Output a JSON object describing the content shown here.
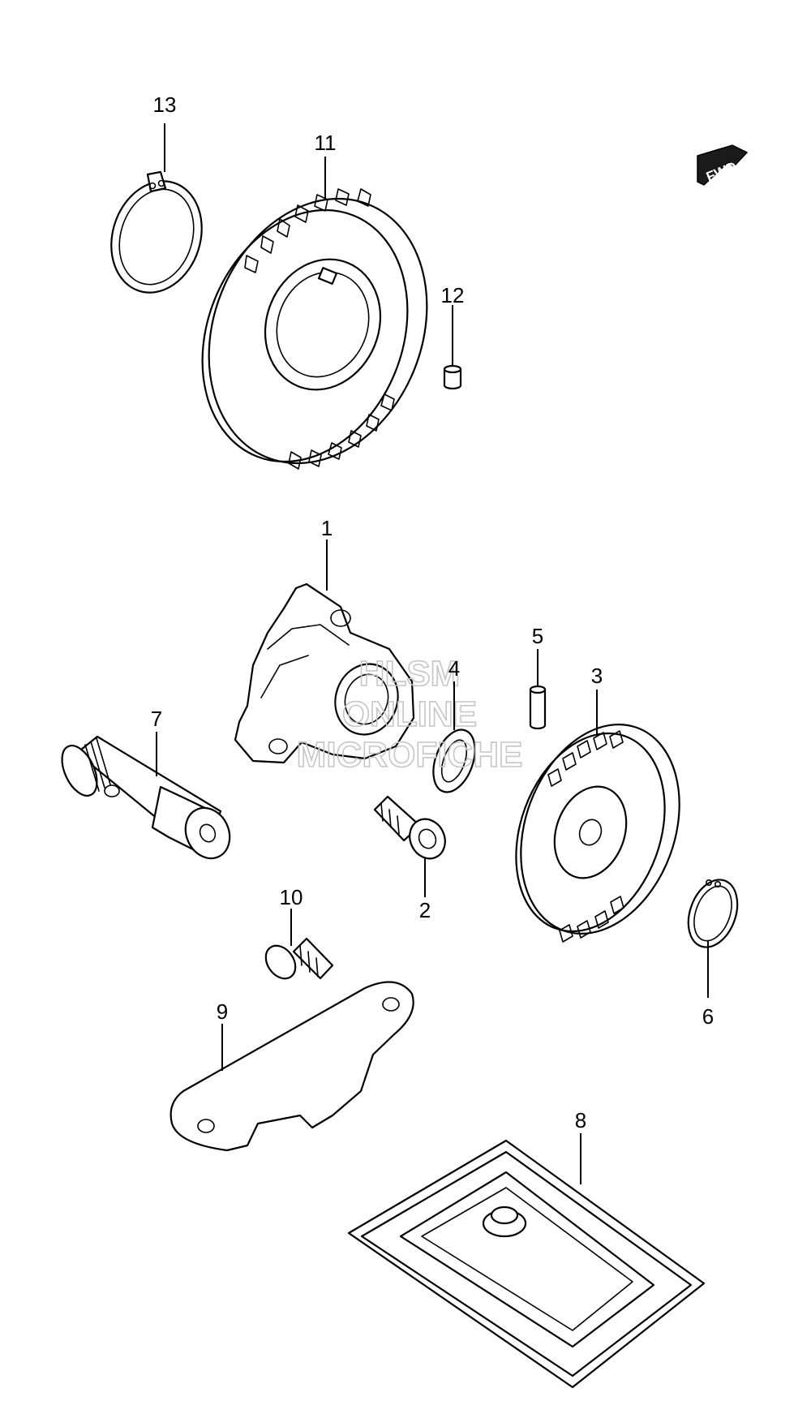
{
  "callouts": [
    {
      "id": "1",
      "label": "1"
    },
    {
      "id": "2",
      "label": "2"
    },
    {
      "id": "3",
      "label": "3"
    },
    {
      "id": "4",
      "label": "4"
    },
    {
      "id": "5",
      "label": "5"
    },
    {
      "id": "6",
      "label": "6"
    },
    {
      "id": "7",
      "label": "7"
    },
    {
      "id": "8",
      "label": "8"
    },
    {
      "id": "9",
      "label": "9"
    },
    {
      "id": "10",
      "label": "10"
    },
    {
      "id": "11",
      "label": "11"
    },
    {
      "id": "12",
      "label": "12"
    },
    {
      "id": "13",
      "label": "13"
    }
  ],
  "fwd_indicator": {
    "label": "FWD"
  },
  "watermark": {
    "line1": "HLSM",
    "line2": "ONLINE",
    "line3": "MICROFICHE",
    "color": "#c6c6c6"
  }
}
